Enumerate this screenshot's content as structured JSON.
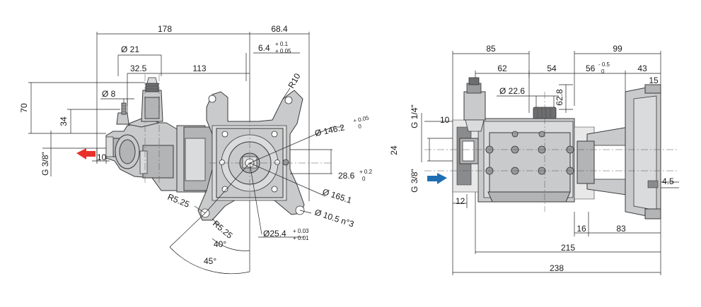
{
  "left_view": {
    "dims": {
      "overall_width": "178",
      "right_extent": "68.4",
      "offset": "6.4",
      "offset_tol_up": "+ 0.1",
      "offset_tol_low": "+ 0.05",
      "inlet_diameter": "Ø 21",
      "inlet_offset": "32.5",
      "center_distance": "113",
      "fitting_diameter": "Ø 8",
      "height_70": "70",
      "height_34": "34",
      "port_label": "G 3/8\"",
      "port_depth": "10",
      "bolt_circle": "Ø 146.2",
      "bolt_circle_tol_up": "+ 0.05",
      "bolt_circle_tol_low": "0",
      "key_offset": "28.6",
      "key_tol_up": "+ 0.2",
      "key_tol_low": "0",
      "flange_outer": "Ø 165.1",
      "holes": "Ø 10.5 n°3",
      "shaft_diameter": "Ø25.4",
      "shaft_tol_up": "+ 0.03",
      "shaft_tol_low": "+ 0.01",
      "radius_top": "R10",
      "radius_a": "R5.25",
      "radius_b": "R5.25",
      "angle_40": "40°",
      "angle_45": "45°"
    }
  },
  "right_view": {
    "dims": {
      "width_85": "85",
      "width_99": "99",
      "width_62": "62",
      "width_54": "54",
      "width_56": "56",
      "width_56_tol_up": "- 0.5",
      "width_56_tol_low": "0",
      "width_43": "43",
      "width_15": "15",
      "diameter_22_6": "Ø 22.6",
      "height_62_8": "62.8",
      "port_quarter": "G 1/4\"",
      "depth_10": "10",
      "height_24": "24",
      "port_label": "G 3/8\"",
      "depth_12": "12",
      "height_4_5": "4.5",
      "width_16": "16",
      "width_83": "83",
      "length_215": "215",
      "length_238": "238"
    }
  },
  "colors": {
    "outlet_arrow": "#e8312b",
    "inlet_arrow": "#1f6fb2",
    "body": "#c9cacb"
  }
}
